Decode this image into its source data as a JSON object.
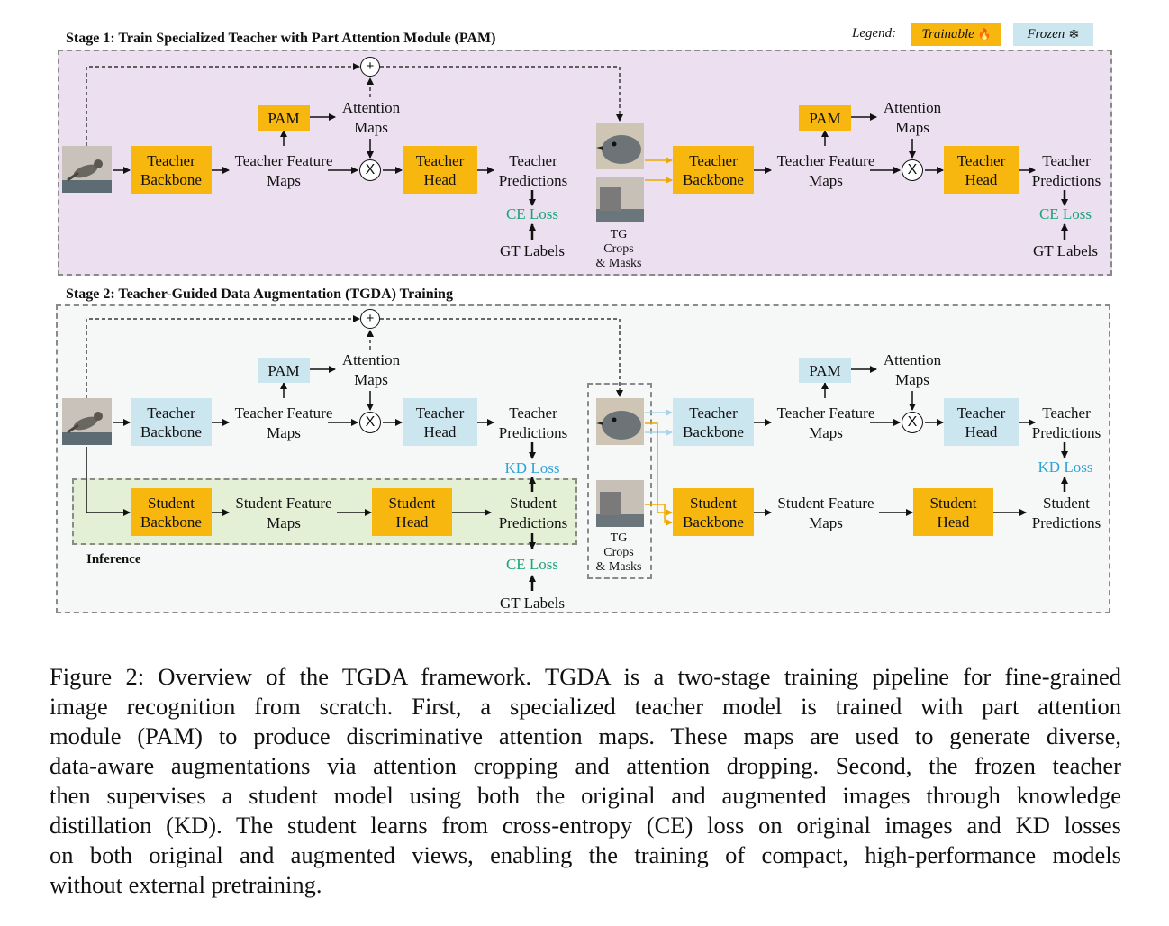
{
  "legend": {
    "title": "Legend:",
    "trainable": "Trainable",
    "trainable_glyph": "🔥",
    "frozen": "Frozen",
    "frozen_glyph": "❄"
  },
  "stage1": {
    "title": "Stage 1: Train Specialized Teacher with Part Attention Module (PAM)",
    "teacher_backbone": [
      "Teacher",
      "Backbone"
    ],
    "teacher_head": [
      "Teacher",
      "Head"
    ],
    "pam": "PAM",
    "attention_maps": [
      "Attention",
      "Maps"
    ],
    "feature_maps": [
      "Teacher Feature",
      "Maps"
    ],
    "predictions": [
      "Teacher",
      "Predictions"
    ],
    "ce_loss": "CE Loss",
    "gt_labels": "GT Labels",
    "tg": [
      "TG",
      "Crops",
      "& Masks"
    ]
  },
  "stage2": {
    "title": "Stage 2: Teacher-Guided Data Augmentation (TGDA) Training",
    "teacher_backbone": [
      "Teacher",
      "Backbone"
    ],
    "teacher_head": [
      "Teacher",
      "Head"
    ],
    "student_backbone": [
      "Student",
      "Backbone"
    ],
    "student_head": [
      "Student",
      "Head"
    ],
    "pam": "PAM",
    "attention_maps": [
      "Attention",
      "Maps"
    ],
    "teacher_feature_maps": [
      "Teacher Feature",
      "Maps"
    ],
    "student_feature_maps": [
      "Student Feature",
      "Maps"
    ],
    "teacher_predictions": [
      "Teacher",
      "Predictions"
    ],
    "student_predictions": [
      "Student",
      "Predictions"
    ],
    "kd_loss": "KD Loss",
    "ce_loss": "CE Loss",
    "gt_labels": "GT Labels",
    "inference": "Inference",
    "tg": [
      "TG",
      "Crops",
      "& Masks"
    ]
  },
  "symbols": {
    "plus": "+",
    "times": "X"
  },
  "caption": [
    "Figure 2: Overview of the TGDA framework. TGDA is a two-stage training pipeline for fine-grained",
    "image recognition from scratch. First, a specialized teacher model is trained with part attention",
    "module (PAM) to produce discriminative attention maps. These maps are used to generate diverse,",
    "data-aware augmentations via attention cropping and attention dropping. Second, the frozen teacher",
    "then supervises a student model using both the original and augmented images through knowledge",
    "distillation (KD). The student learns from cross-entropy (CE) loss on original images and KD losses",
    "on both original and augmented views, enabling the training of compact, high-performance models",
    "without external pretraining."
  ],
  "colors": {
    "trainable": "#f7b70f",
    "frozen": "#cce6f0",
    "stage1_bg": "#ecdff0",
    "stage2_bg": "#f6f8f8",
    "inference_bg": "#e3f0d6",
    "ce": "#1aa37a",
    "kd": "#2ea3d6"
  }
}
